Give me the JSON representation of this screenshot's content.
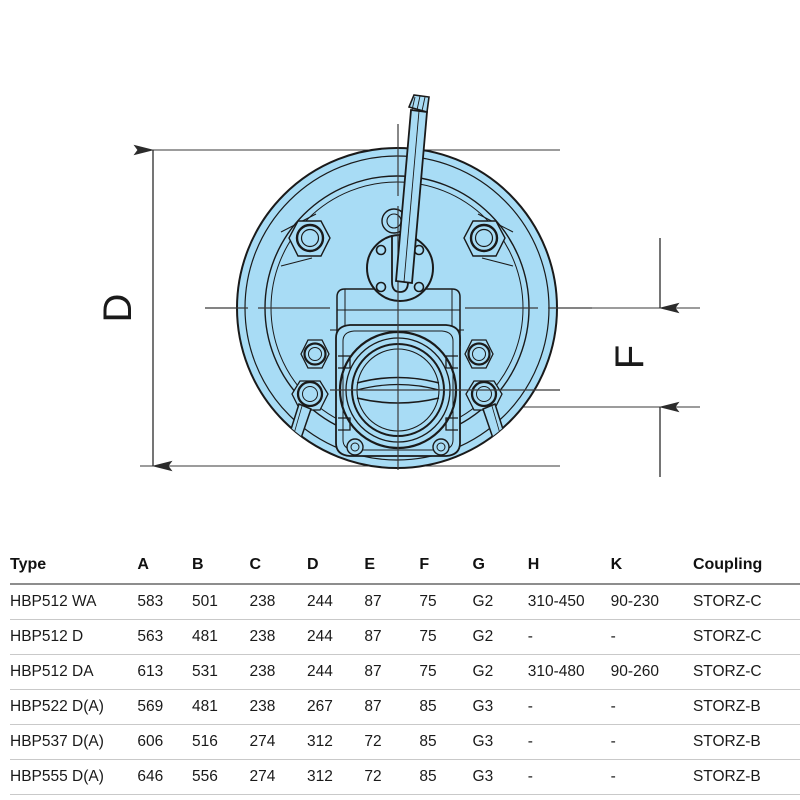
{
  "drawing": {
    "title": "pump-front-view-technical-drawing",
    "dimension_labels": [
      {
        "id": "D",
        "label": "D",
        "orientation": "vertical",
        "position": "left"
      },
      {
        "id": "F",
        "label": "F",
        "orientation": "vertical",
        "position": "right"
      }
    ],
    "colors": {
      "body_fill": "#a8dcf5",
      "outline": "#1a1a1a",
      "dimension_line": "#3a3a3a",
      "center_line": "#3a3a3a"
    }
  },
  "table": {
    "headers": [
      "Type",
      "A",
      "B",
      "C",
      "D",
      "E",
      "F",
      "G",
      "H",
      "K",
      "Coupling"
    ],
    "rows": [
      {
        "type": "HBP512 WA",
        "a": "583",
        "b": "501",
        "c": "238",
        "d": "244",
        "e": "87",
        "f": "75",
        "g": "G2",
        "h": "310-450",
        "k": "90-230",
        "coupling": "STORZ-C"
      },
      {
        "type": "HBP512 D",
        "a": "563",
        "b": "481",
        "c": "238",
        "d": "244",
        "e": "87",
        "f": "75",
        "g": "G2",
        "h": "-",
        "k": "-",
        "coupling": "STORZ-C"
      },
      {
        "type": "HBP512 DA",
        "a": "613",
        "b": "531",
        "c": "238",
        "d": "244",
        "e": "87",
        "f": "75",
        "g": "G2",
        "h": "310-480",
        "k": "90-260",
        "coupling": "STORZ-C"
      },
      {
        "type": "HBP522 D(A)",
        "a": "569",
        "b": "481",
        "c": "238",
        "d": "267",
        "e": "87",
        "f": "85",
        "g": "G3",
        "h": "-",
        "k": "-",
        "coupling": "STORZ-B"
      },
      {
        "type": "HBP537 D(A)",
        "a": "606",
        "b": "516",
        "c": "274",
        "d": "312",
        "e": "72",
        "f": "85",
        "g": "G3",
        "h": "-",
        "k": "-",
        "coupling": "STORZ-B"
      },
      {
        "type": "HBP555 D(A)",
        "a": "646",
        "b": "556",
        "c": "274",
        "d": "312",
        "e": "72",
        "f": "85",
        "g": "G3",
        "h": "-",
        "k": "-",
        "coupling": "STORZ-B"
      }
    ]
  }
}
